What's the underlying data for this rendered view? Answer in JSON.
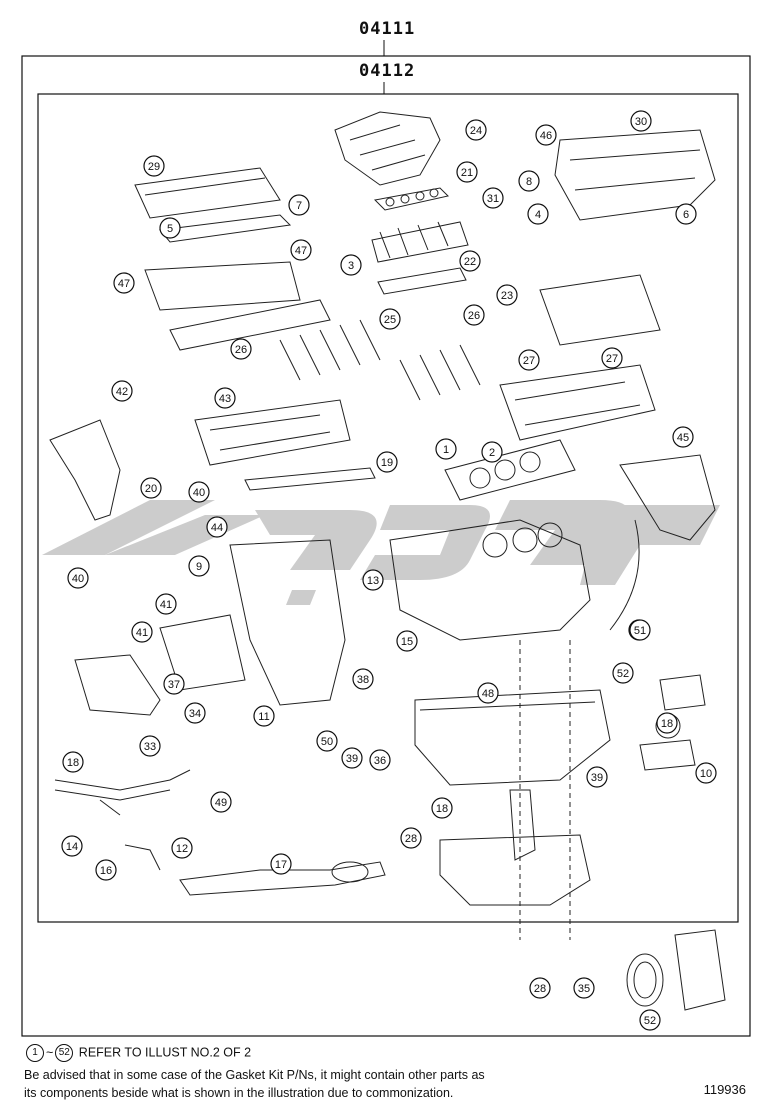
{
  "kit_outer_number": "04111",
  "kit_inner_number": "04112",
  "watermark_icon": "brand-watermark-icon",
  "callouts": [
    "24",
    "30",
    "46",
    "29",
    "21",
    "31",
    "8",
    "4",
    "6",
    "5",
    "7",
    "47",
    "47",
    "3",
    "22",
    "23",
    "25",
    "26",
    "26",
    "27",
    "27",
    "43",
    "42",
    "19",
    "1",
    "2",
    "45",
    "20",
    "40",
    "44",
    "40",
    "41",
    "9",
    "13",
    "41",
    "37",
    "15",
    "38",
    "38",
    "48",
    "11",
    "34",
    "18",
    "33",
    "49",
    "18",
    "50",
    "39",
    "36",
    "39",
    "10",
    "14",
    "18",
    "16",
    "12",
    "17",
    "28",
    "28",
    "35",
    "52",
    "52",
    "51"
  ],
  "footer": {
    "range_from": "1",
    "range_to": "52",
    "range_text": "REFER TO ILLUST NO.2 OF 2",
    "note_line1": "Be advised that in some case of the Gasket Kit P/Ns,  it might contain other parts as",
    "note_line2": "its components beside what is shown in the illustration due to commonization.",
    "illustration_number": "119936"
  }
}
